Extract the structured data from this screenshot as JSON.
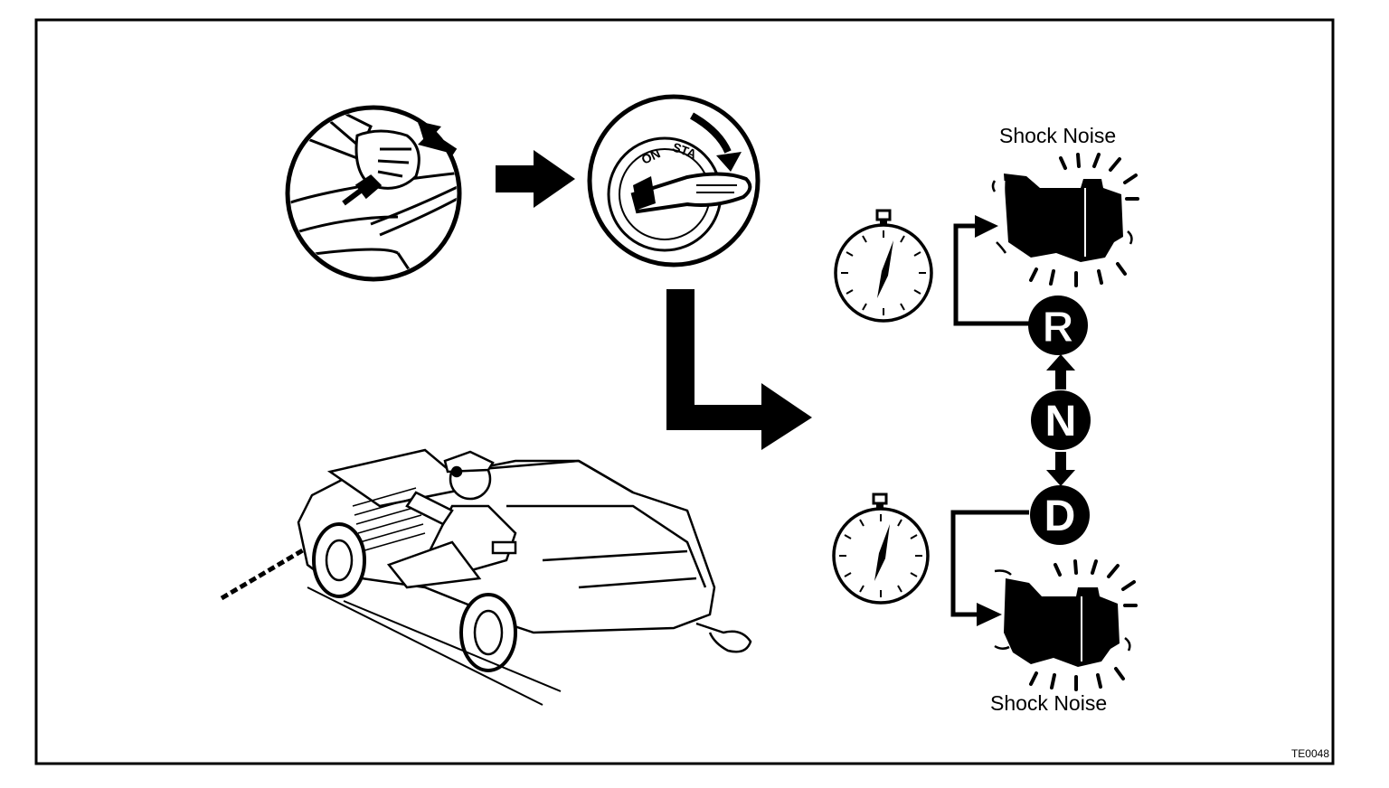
{
  "labels": {
    "shock_noise_top": "Shock Noise",
    "shock_noise_bottom": "Shock Noise",
    "figure_code": "TE0048"
  },
  "ignition_switch": {
    "on": "ON",
    "start": "STA"
  },
  "shift_positions": [
    "R",
    "N",
    "D"
  ],
  "icons": [
    "parking-brake-icon",
    "ignition-key-icon",
    "stopwatch-icon",
    "transmission-icon",
    "car-test-scene"
  ]
}
